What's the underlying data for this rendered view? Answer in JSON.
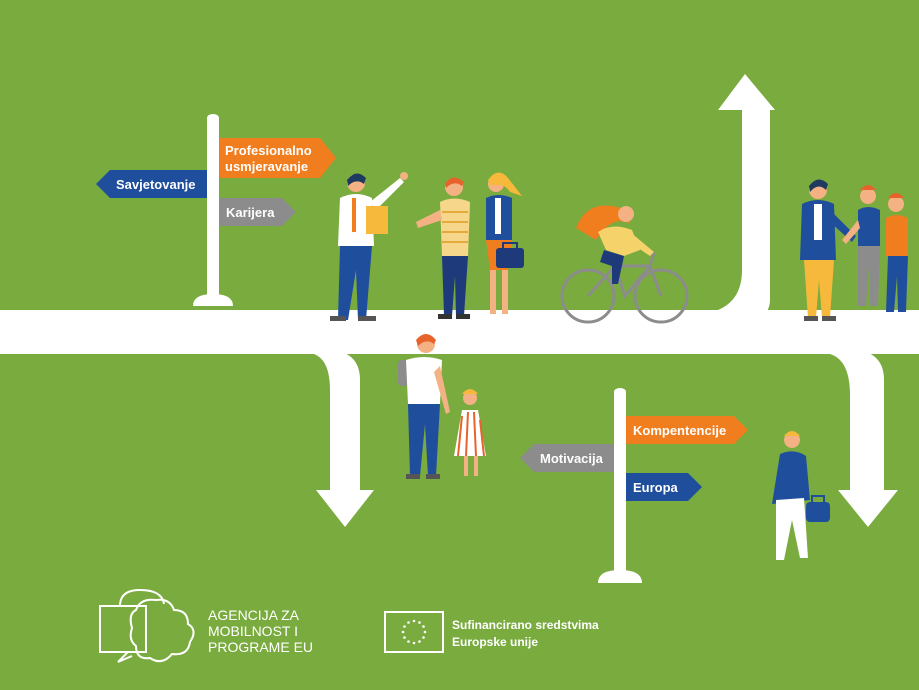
{
  "signs": {
    "left": {
      "savjetovanje": "Savjetovanje",
      "profesionalno_line1": "Profesionalno",
      "profesionalno_line2": "usmjeravanje",
      "karijera": "Karijera"
    },
    "right": {
      "kompetencije": "Kompentencije",
      "motivacija": "Motivacija",
      "europa": "Europa"
    }
  },
  "footer": {
    "agency_line1": "AGENCIJA ZA",
    "agency_line2": "MOBILNOST I",
    "agency_line3": "PROGRAME EU",
    "eu_line1": "Sufinancirano sredstvima",
    "eu_line2": "Europske unije"
  },
  "colors": {
    "background": "#7aab3f",
    "road": "#ffffff",
    "sign_blue": "#1f4e9c",
    "sign_orange": "#f07d1e",
    "sign_gray": "#8c8c8c"
  },
  "icons": {
    "agency_logo": "speech-bubbles-icon",
    "eu_flag": "eu-flag-icon"
  }
}
